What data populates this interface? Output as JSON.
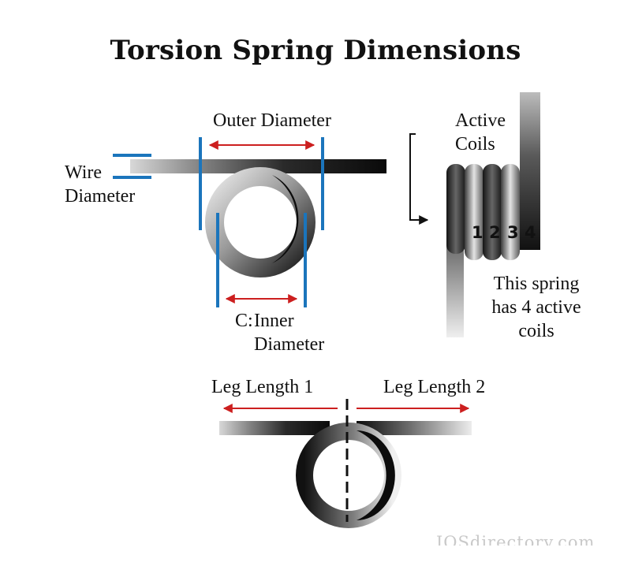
{
  "title": "Torsion Spring Dimensions",
  "labels": {
    "outer_diameter": "Outer Diameter",
    "wire": "Wire",
    "diameter": "Diameter",
    "inner_prefix": "C:",
    "inner": "Inner",
    "inner_diameter": "Diameter",
    "active": "Active",
    "coils": "Coils",
    "spring_note_1": "This spring",
    "spring_note_2": "has 4 active",
    "spring_note_3": "coils",
    "leg_length_1": "Leg Length 1",
    "leg_length_2": "Leg Length 2"
  },
  "coil_numbers": [
    "1",
    "2",
    "3",
    "4"
  ],
  "watermark": "IQSdirectory.com",
  "colors": {
    "arrow": "#cc1f1f",
    "guide": "#1b75bc",
    "metal_dark": "#0d0d0d",
    "metal_light": "#f2f2f2"
  }
}
